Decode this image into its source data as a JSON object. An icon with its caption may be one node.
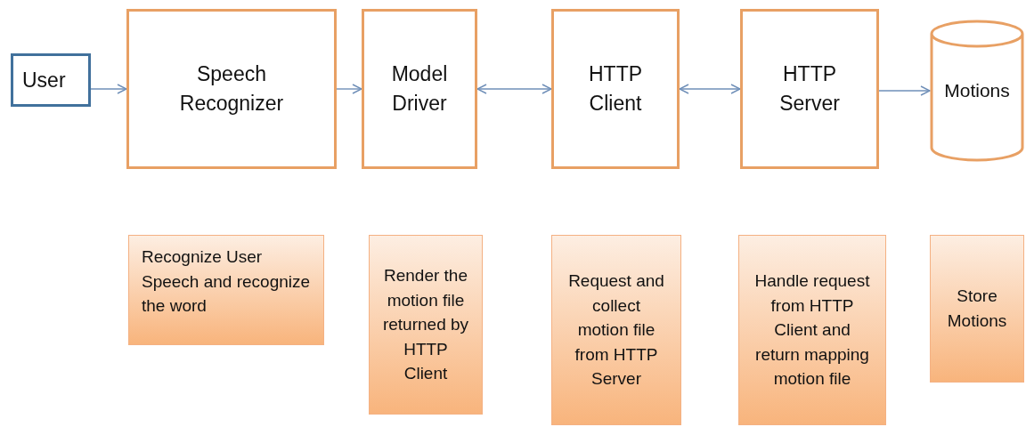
{
  "diagram": {
    "nodes": [
      {
        "text": [
          "User"
        ]
      },
      {
        "text": [
          "Speech Recognizer"
        ]
      },
      {
        "text": [
          "Model Driver"
        ]
      },
      {
        "text": [
          "HTTP Client"
        ]
      },
      {
        "text": [
          "HTTP Server"
        ]
      },
      {
        "text": [
          "Motions"
        ]
      },
      {
        "text": [
          "Recognize User Speech and recognize the word"
        ]
      },
      {
        "text": [
          "Render the motion file returned by HTTP Client"
        ]
      },
      {
        "text": [
          "Request and collect motion file from HTTP Server"
        ]
      },
      {
        "text": [
          "Handle request from HTTP Client and return mapping motion file"
        ]
      },
      {
        "text": [
          "Store Motions"
        ]
      }
    ],
    "edges": [
      {
        "from": 0,
        "to": 1,
        "arrow": "to"
      },
      {
        "from": 1,
        "to": 2,
        "arrow": "to"
      },
      {
        "from": 2,
        "to": 3,
        "arrow": "both"
      },
      {
        "from": 3,
        "to": 4,
        "arrow": "both"
      },
      {
        "from": 4,
        "to": 5,
        "arrow": "to"
      }
    ]
  }
}
